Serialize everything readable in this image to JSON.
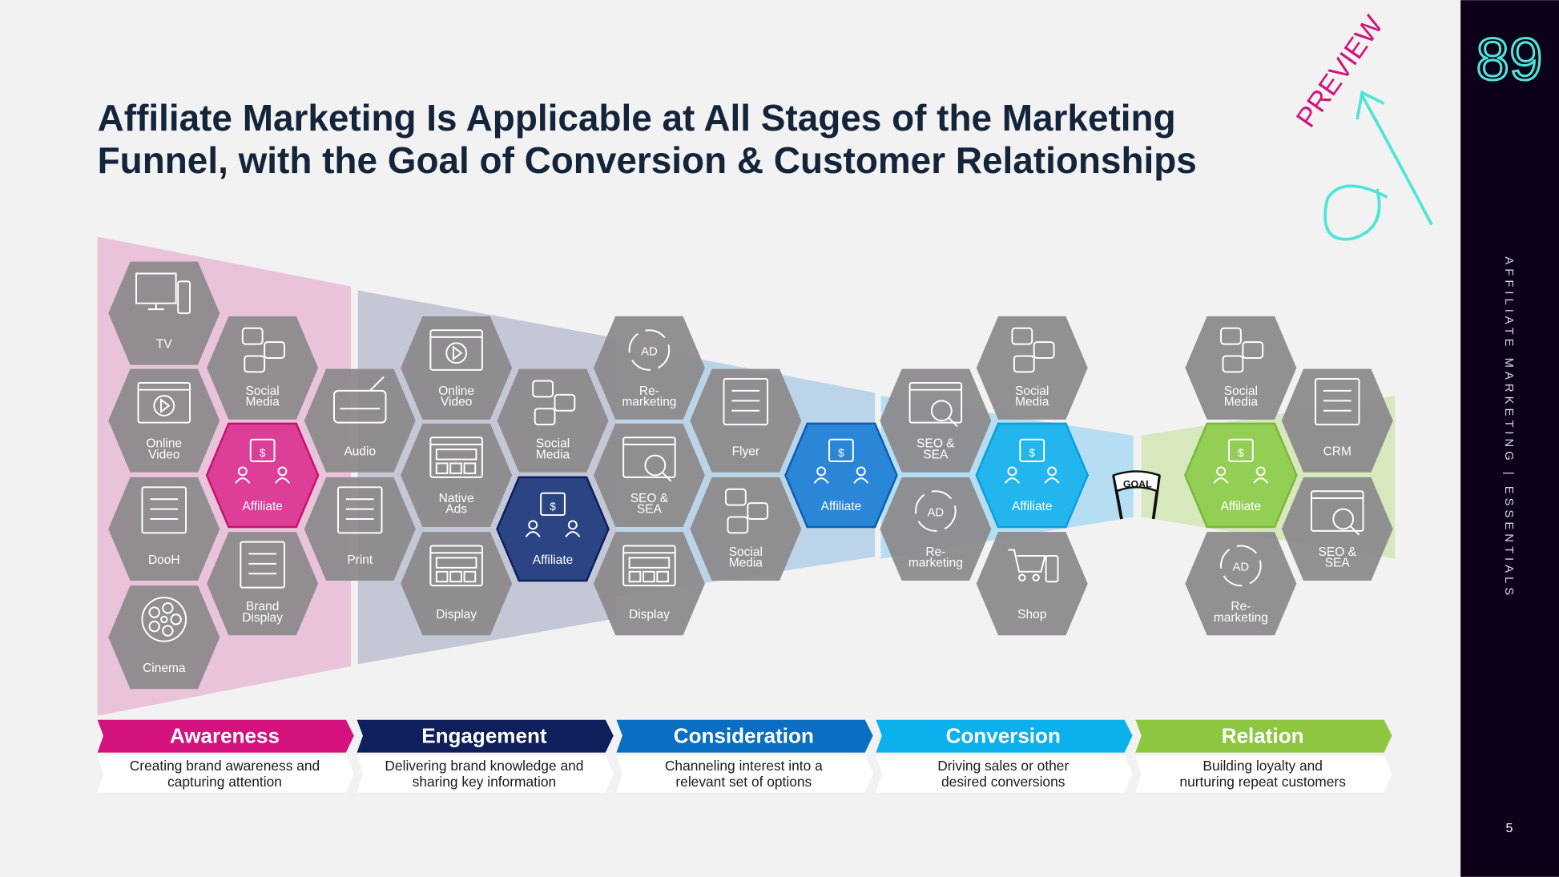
{
  "title": {
    "line1": "Affiliate Marketing Is Applicable at All Stages of the Marketing",
    "line2": "Funnel, with the Goal of Conversion & Customer Relationships"
  },
  "preview_stamp": "PREVIEW",
  "brand_logo": "89",
  "sidebar": {
    "vertical_text": "AFFILIATE MARKETING | ESSENTIALS",
    "page_number": "5"
  },
  "goal_flag": "GOAL",
  "colors": {
    "awareness": "#d4127e",
    "engagement": "#0e1f5b",
    "consideration": "#0a6fc2",
    "conversion": "#0ab1ec",
    "relation": "#8dc63f",
    "hex_gray": "#8c8a8c",
    "sidebar": "#0d0019",
    "accent": "#4de6d6"
  },
  "hexes": [
    {
      "label": [
        "TV"
      ],
      "icon": "tv-icon",
      "style": "gray"
    },
    {
      "label": [
        "Online",
        "Video"
      ],
      "icon": "video-icon",
      "style": "gray"
    },
    {
      "label": [
        "DooH"
      ],
      "icon": "billboard-icon",
      "style": "gray"
    },
    {
      "label": [
        "Cinema"
      ],
      "icon": "film-reel-icon",
      "style": "gray"
    },
    {
      "label": [
        "Social",
        "Media"
      ],
      "icon": "social-media-icon",
      "style": "gray"
    },
    {
      "label": [
        "Affiliate"
      ],
      "icon": "affiliate-icon",
      "style": "awareness"
    },
    {
      "label": [
        "Brand",
        "Display"
      ],
      "icon": "brand-display-icon",
      "style": "gray"
    },
    {
      "label": [
        "Audio"
      ],
      "icon": "radio-icon",
      "style": "gray"
    },
    {
      "label": [
        "Print"
      ],
      "icon": "newspaper-icon",
      "style": "gray"
    },
    {
      "label": [
        "Online",
        "Video"
      ],
      "icon": "video-icon",
      "style": "gray"
    },
    {
      "label": [
        "Native",
        "Ads"
      ],
      "icon": "native-ads-icon",
      "style": "gray"
    },
    {
      "label": [
        "Display"
      ],
      "icon": "display-icon",
      "style": "gray"
    },
    {
      "label": [
        "Social",
        "Media"
      ],
      "icon": "social-media-icon",
      "style": "gray"
    },
    {
      "label": [
        "Affiliate"
      ],
      "icon": "affiliate-icon",
      "style": "engagement"
    },
    {
      "label": [
        "Re-",
        "marketing"
      ],
      "icon": "remarketing-icon",
      "style": "gray"
    },
    {
      "label": [
        "SEO &",
        "SEA"
      ],
      "icon": "seo-icon",
      "style": "gray"
    },
    {
      "label": [
        "Display"
      ],
      "icon": "display-icon",
      "style": "gray"
    },
    {
      "label": [
        "Flyer"
      ],
      "icon": "flyer-icon",
      "style": "gray"
    },
    {
      "label": [
        "Social",
        "Media"
      ],
      "icon": "social-media-icon",
      "style": "gray"
    },
    {
      "label": [
        "Affiliate"
      ],
      "icon": "affiliate-icon",
      "style": "consideration"
    },
    {
      "label": [
        "SEO &",
        "SEA"
      ],
      "icon": "seo-icon",
      "style": "gray"
    },
    {
      "label": [
        "Re-",
        "marketing"
      ],
      "icon": "remarketing-icon",
      "style": "gray"
    },
    {
      "label": [
        "Social",
        "Media"
      ],
      "icon": "social-media-icon",
      "style": "gray"
    },
    {
      "label": [
        "Affiliate"
      ],
      "icon": "affiliate-icon",
      "style": "conversion"
    },
    {
      "label": [
        "Shop"
      ],
      "icon": "shop-icon",
      "style": "gray"
    },
    {
      "label": [
        "Social",
        "Media"
      ],
      "icon": "social-media-icon",
      "style": "gray"
    },
    {
      "label": [
        "Affiliate"
      ],
      "icon": "affiliate-icon",
      "style": "relation"
    },
    {
      "label": [
        "Re-",
        "marketing"
      ],
      "icon": "remarketing-icon",
      "style": "gray"
    },
    {
      "label": [
        "CRM"
      ],
      "icon": "crm-icon",
      "style": "gray"
    },
    {
      "label": [
        "SEO &",
        "SEA"
      ],
      "icon": "seo-icon",
      "style": "gray"
    }
  ],
  "stages": [
    {
      "name": "Awareness",
      "desc": [
        "Creating brand awareness and",
        "capturing attention"
      ]
    },
    {
      "name": "Engagement",
      "desc": [
        "Delivering brand knowledge and",
        "sharing key information"
      ]
    },
    {
      "name": "Consideration",
      "desc": [
        "Channeling interest into a",
        "relevant set of options"
      ]
    },
    {
      "name": "Conversion",
      "desc": [
        "Driving sales or other",
        "desired conversions"
      ]
    },
    {
      "name": "Relation",
      "desc": [
        "Building loyalty and",
        "nurturing repeat customers"
      ]
    }
  ]
}
